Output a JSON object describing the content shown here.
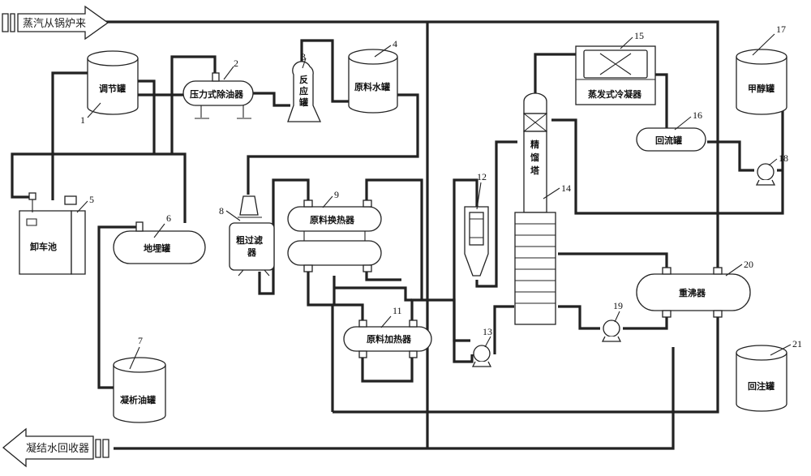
{
  "arrows": {
    "steam_in": "蒸汽从锅炉来",
    "condensate_out": "凝结水回收器"
  },
  "equipment": {
    "e1": {
      "num": "1",
      "name": "调节罐"
    },
    "e2": {
      "num": "2",
      "name": "压力式除油器"
    },
    "e3": {
      "num": "3",
      "name_line1": "反",
      "name_line2": "应",
      "name_line3": "罐"
    },
    "e4": {
      "num": "4",
      "name": "原料水罐"
    },
    "e5": {
      "num": "5",
      "name": "卸车池"
    },
    "e6": {
      "num": "6",
      "name": "地埋罐"
    },
    "e7": {
      "num": "7",
      "name": "凝析油罐"
    },
    "e8": {
      "num": "8",
      "name_line1": "粗过滤",
      "name_line2": "器"
    },
    "e9": {
      "num": "9",
      "name": "原料换热器"
    },
    "e11": {
      "num": "11",
      "name": "原料加热器"
    },
    "e12": {
      "num": "12"
    },
    "e13": {
      "num": "13"
    },
    "e14": {
      "num": "14",
      "name_line1": "精",
      "name_line2": "馏",
      "name_line3": "塔"
    },
    "e15": {
      "num": "15",
      "name": "蒸发式冷凝器"
    },
    "e16": {
      "num": "16",
      "name": "回流罐"
    },
    "e17": {
      "num": "17",
      "name": "甲醇罐"
    },
    "e18": {
      "num": "18"
    },
    "e19": {
      "num": "19"
    },
    "e20": {
      "num": "20",
      "name": "重沸器"
    },
    "e21": {
      "num": "21",
      "name": "回注罐"
    }
  }
}
